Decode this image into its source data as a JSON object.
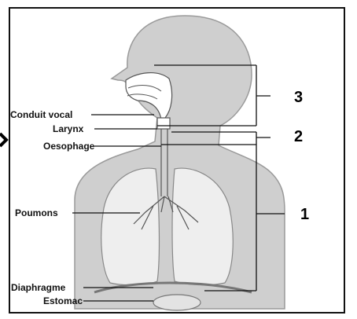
{
  "labels": {
    "conduit_vocal": "Conduit vocal",
    "larynx": "Larynx",
    "oesophage": "Oesophage",
    "poumons": "Poumons",
    "diaphragme": "Diaphragme",
    "estomac": "Estomac"
  },
  "numbers": {
    "n1": "1",
    "n2": "2",
    "n3": "3"
  },
  "colors": {
    "body": "#cfcfcf",
    "body_outline": "#9a9a9a",
    "lungs": "#eeeeee",
    "lines": "#111111"
  },
  "icons": {
    "arrow": "chevron-right-icon"
  }
}
